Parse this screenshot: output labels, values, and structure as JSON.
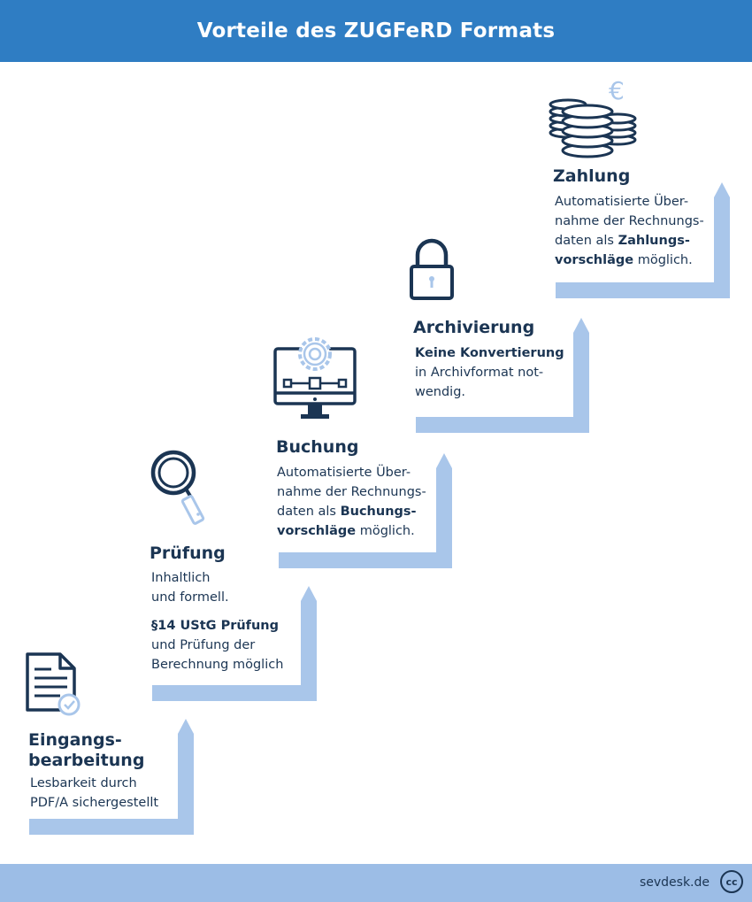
{
  "header": {
    "title": "Vorteile des ZUGFeRD Formats"
  },
  "colors": {
    "header_blue": "#2f7dc3",
    "arrow_blue": "#a9c6ea",
    "ink": "#1b3553",
    "icon_light": "#a9c6ea"
  },
  "steps": [
    {
      "title_1": "Eingangs-",
      "title_2": "bearbeitung",
      "line_1": "Lesbarkeit durch",
      "line_2": "PDF/A sichergestellt",
      "icon": "document-check-icon"
    },
    {
      "title": "Prüfung",
      "line_1": "Inhaltlich",
      "line_2": "und formell.",
      "bold_1": "§14 UStG Prüfung",
      "line_3": "und Prüfung der",
      "line_4": "Berechnung möglich",
      "icon": "magnifier-icon"
    },
    {
      "title": "Buchung",
      "line_1": "Automatisierte Über-",
      "line_2": "nahme der Rechnungs-",
      "line_3_pre": "daten als ",
      "line_3_bold": "Buchungs-",
      "line_4_bold": "vorschläge",
      "line_4_post": " möglich.",
      "icon": "monitor-gear-icon"
    },
    {
      "title": "Archivierung",
      "bold_1": "Keine Konvertierung",
      "line_2": "in Archivformat not-",
      "line_3": "wendig.",
      "icon": "padlock-icon"
    },
    {
      "title": "Zahlung",
      "line_1": "Automatisierte Über-",
      "line_2": "nahme der Rechnungs-",
      "line_3_pre": "daten als ",
      "line_3_bold": "Zahlungs-",
      "line_4_bold": "vorschläge",
      "line_4_post": " möglich.",
      "icon": "coins-euro-icon",
      "currency": "€"
    }
  ],
  "footer": {
    "brand": "sevdesk.de",
    "license": "cc"
  }
}
